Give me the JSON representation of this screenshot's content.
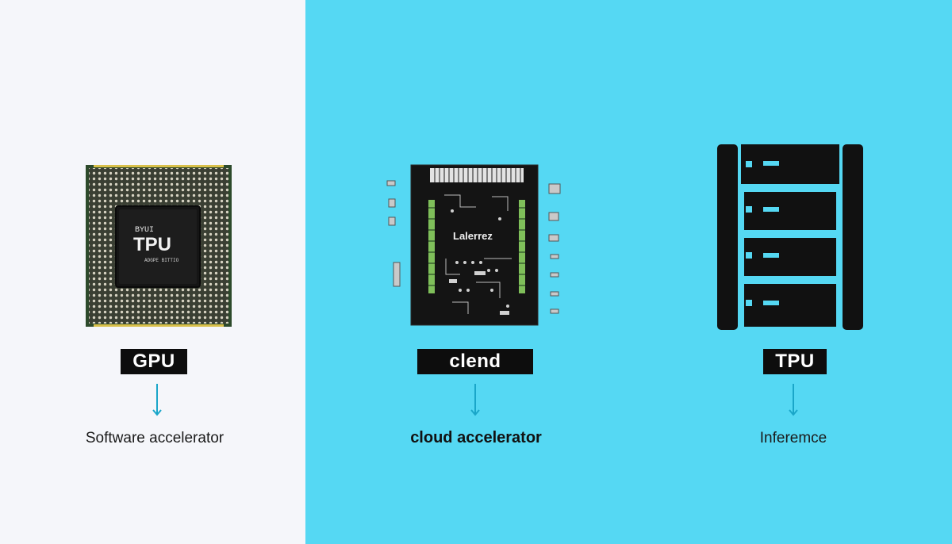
{
  "columns": [
    {
      "chip_text_top": "BYUI",
      "chip_text_main": "TPU",
      "chip_text_sub": "ADGPE BITTIO",
      "label": "GPU",
      "caption": "Software accelerator"
    },
    {
      "board_text": "Lalerrez",
      "label": "clend",
      "caption": "cloud accelerator"
    },
    {
      "label": "TPU",
      "caption": "Inferemce"
    }
  ],
  "colors": {
    "left_background": "#f5f6fa",
    "right_background": "#55d8f3",
    "label_background": "#0d0d0d",
    "arrow": "#1aa6c9",
    "chip_substrate": "#2f4a2a"
  },
  "icons": [
    "cpu-chip-icon",
    "circuit-board-icon",
    "server-rack-icon",
    "down-arrow-icon"
  ]
}
